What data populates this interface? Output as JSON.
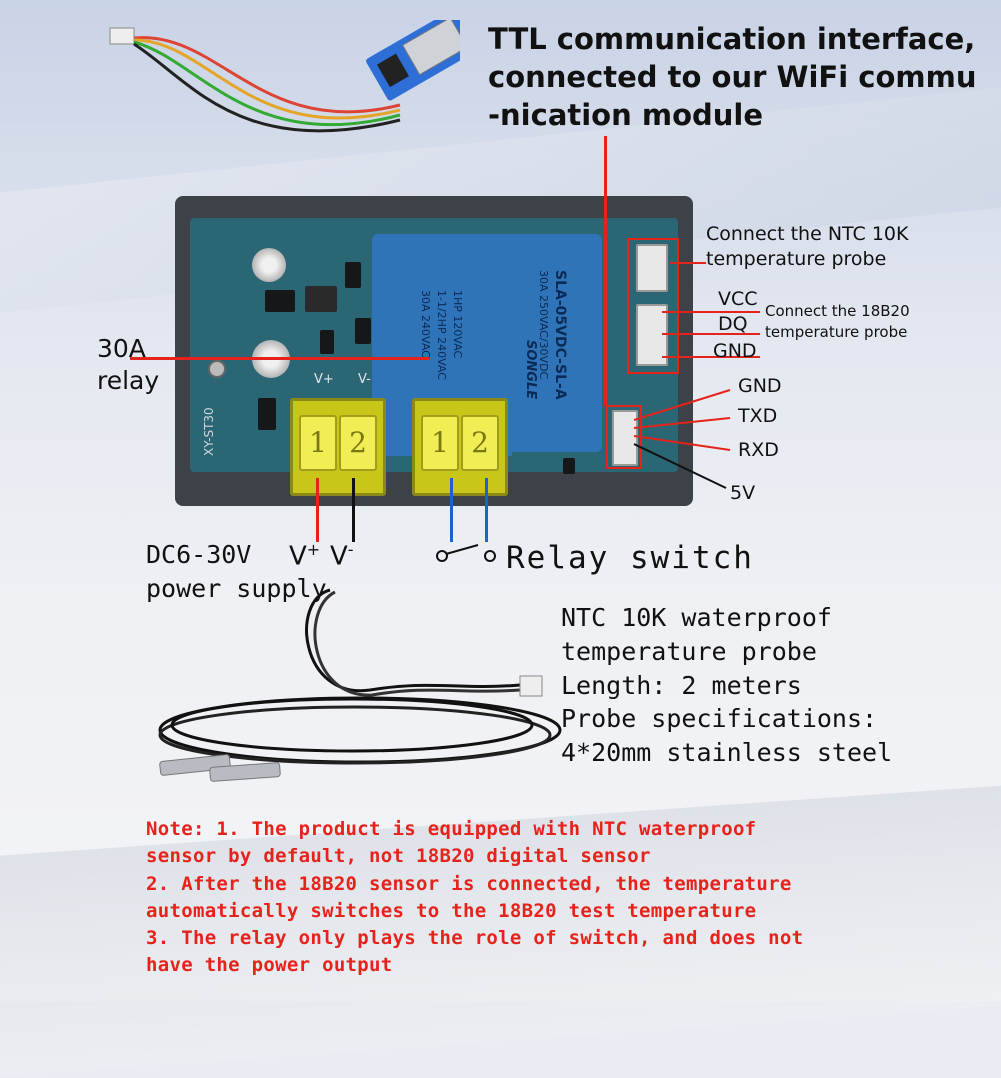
{
  "header": {
    "line1": "TTL communication interface,",
    "line2": "connected to our WiFi commu",
    "line3": "-nication module"
  },
  "board": {
    "model": "XY-ST30",
    "vplus": "V+",
    "vminus": "V-",
    "terminal_left": [
      "1",
      "2"
    ],
    "terminal_right": [
      "1",
      "2"
    ],
    "relay_lines": [
      "SLA-05VDC-SL-A",
      "30A 250VAC/30VDC",
      "1HP 120VAC",
      "1-1/2HP 240VAC",
      "30A 240VAC"
    ],
    "relay_brand": "SONGLE"
  },
  "callouts": {
    "relay_30a_line1": "30A",
    "relay_30a_line2": "relay",
    "ntc_line1": "Connect the NTC 10K",
    "ntc_line2": "temperature probe",
    "vcc": "VCC",
    "dq": "DQ",
    "gnd_top": "GND",
    "ds18b20_line1": "Connect the 18B20",
    "ds18b20_line2": "temperature probe",
    "gnd": "GND",
    "txd": "TXD",
    "rxd": "RXD",
    "v5": "5V",
    "power_line1": "DC6-30V",
    "power_line2": "power supply",
    "vplus_label": "V",
    "vplus_sup": "+",
    "vminus_label": "V",
    "vminus_sup": "-",
    "relay_switch": "Relay switch"
  },
  "probe": {
    "line1": "NTC 10K waterproof",
    "line2": "temperature probe",
    "line3": "Length: 2 meters",
    "line4": "Probe specifications:",
    "line5": "4*20mm stainless steel"
  },
  "notes": {
    "n1a": "Note: 1. The product is equipped with NTC waterproof",
    "n1b": "sensor by default, not 18B20 digital sensor",
    "n2a": "2. After the 18B20 sensor is connected, the temperature",
    "n2b": " automatically switches to the 18B20 test temperature",
    "n3a": "3. The relay only plays the role of switch, and does not",
    "n3b": " have the power output"
  },
  "colors": {
    "callout_red": "#e5231b",
    "switch_blue": "#1f5fd1",
    "pcb": "#2b6674",
    "relay": "#2f74b8"
  }
}
